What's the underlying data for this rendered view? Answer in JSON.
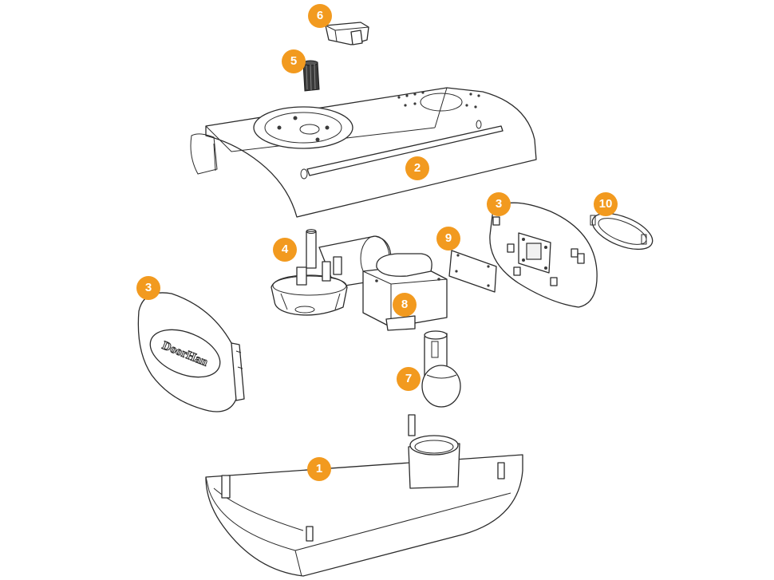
{
  "diagram": {
    "accent_color": "#f29a1f",
    "logo_text": "DoorHan",
    "callouts": [
      {
        "id": "callout-1",
        "label": "1"
      },
      {
        "id": "callout-2",
        "label": "2"
      },
      {
        "id": "callout-3-left",
        "label": "3"
      },
      {
        "id": "callout-3-right",
        "label": "3"
      },
      {
        "id": "callout-4",
        "label": "4"
      },
      {
        "id": "callout-5",
        "label": "5"
      },
      {
        "id": "callout-6",
        "label": "6"
      },
      {
        "id": "callout-7",
        "label": "7"
      },
      {
        "id": "callout-8",
        "label": "8"
      },
      {
        "id": "callout-9",
        "label": "9"
      },
      {
        "id": "callout-10",
        "label": "10"
      }
    ]
  }
}
